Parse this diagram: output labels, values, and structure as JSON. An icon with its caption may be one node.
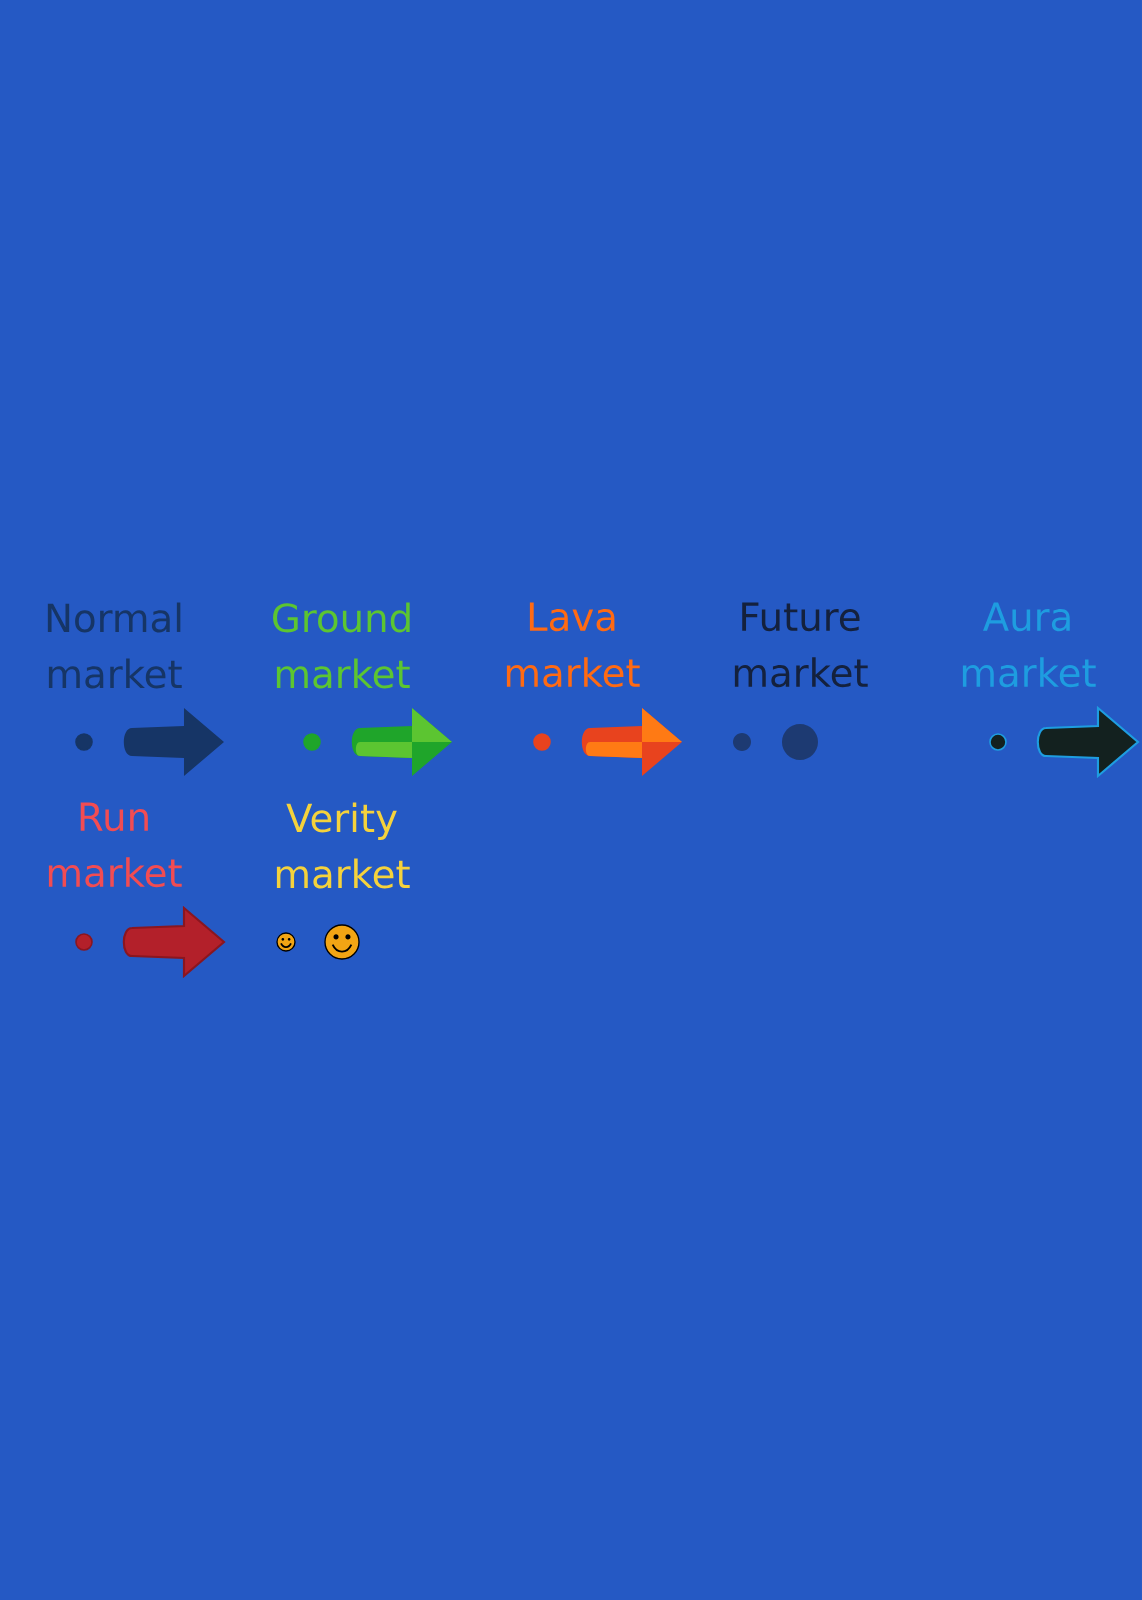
{
  "diagram": {
    "labels": [
      "Normal market",
      "Ground market",
      "Lava market",
      "Future market",
      "Aura market",
      "Run market",
      "Verity market"
    ]
  }
}
